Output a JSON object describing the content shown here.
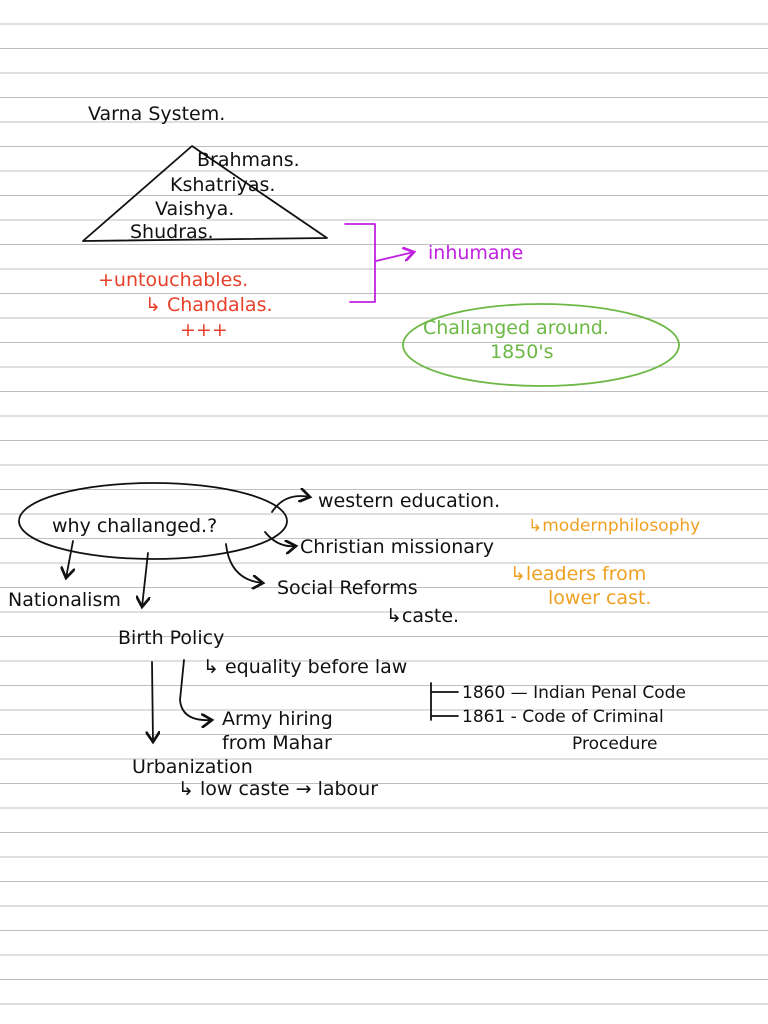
{
  "colors": {
    "ink": "#111111",
    "red": "#e8402a",
    "purple": "#c020e0",
    "green": "#6cb844",
    "orange": "#f0a020",
    "ruling": "#bfbfbf"
  },
  "varna": {
    "title": "Varna System.",
    "tiers": [
      "Brahmans.",
      "Kshatriyas.",
      "Vaishya.",
      "Shudras."
    ],
    "untouchables": "+untouchables.",
    "chandalas": "↳ Chandalas.",
    "plus": "+++",
    "inhumane": "inhumane",
    "challenged_line1": "Challanged around.",
    "challenged_line2": "1850's"
  },
  "why": {
    "question": "why challanged.?",
    "western_education": "western   education.",
    "modern_philosophy": "↳modernphilosophy",
    "christian": "Christian missionary",
    "leaders_line1": "↳leaders from",
    "leaders_line2": "lower cast.",
    "nationalism": "Nationalism",
    "social_reforms": "Social Reforms",
    "caste": "↳caste.",
    "birth_policy": "Birth Policy",
    "equality": "↳ equality before law",
    "law_1860": "1860 — Indian Penal Code",
    "law_1861": "1861 - Code of Criminal",
    "procedure": "Procedure",
    "army_line1": "Army hiring",
    "army_line2": "from Mahar",
    "urbanization": "Urbanization",
    "low_caste": "↳ low caste → labour"
  }
}
